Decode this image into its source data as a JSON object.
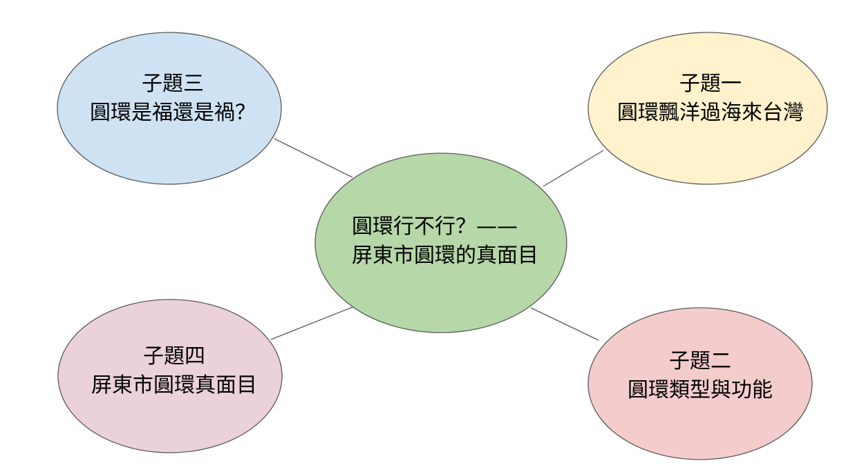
{
  "center": {
    "line1": "圓環行不行？——",
    "line2": "屏東市圓環的真面目",
    "color": "#b6d7a8"
  },
  "topics": [
    {
      "title": "子題一",
      "subtitle": "圓環飄洋過海來台灣",
      "color": "#fff2cc"
    },
    {
      "title": "子題二",
      "subtitle": "圓環類型與功能",
      "color": "#f4cccc"
    },
    {
      "title": "子題三",
      "subtitle": "圓環是福還是禍？",
      "color": "#cfe2f3"
    },
    {
      "title": "子題四",
      "subtitle": "屏東市圓環真面目",
      "color": "#ead1dc"
    }
  ]
}
